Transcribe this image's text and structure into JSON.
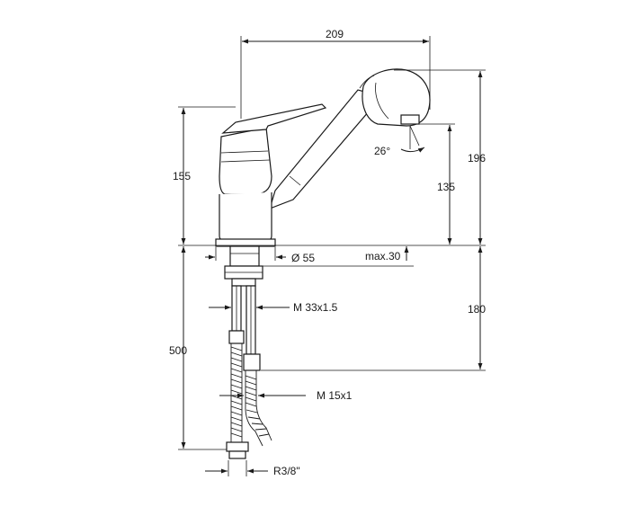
{
  "dimensions": {
    "width_209": "209",
    "height_196": "196",
    "height_155": "155",
    "height_135": "135",
    "angle_26": "26°",
    "diameter_55": "Ø 55",
    "max_30": "max.30",
    "thread_m33": "M 33x1.5",
    "depth_180": "180",
    "hose_500": "500",
    "thread_m15": "M 15x1",
    "thread_r38": "R3/8\""
  }
}
